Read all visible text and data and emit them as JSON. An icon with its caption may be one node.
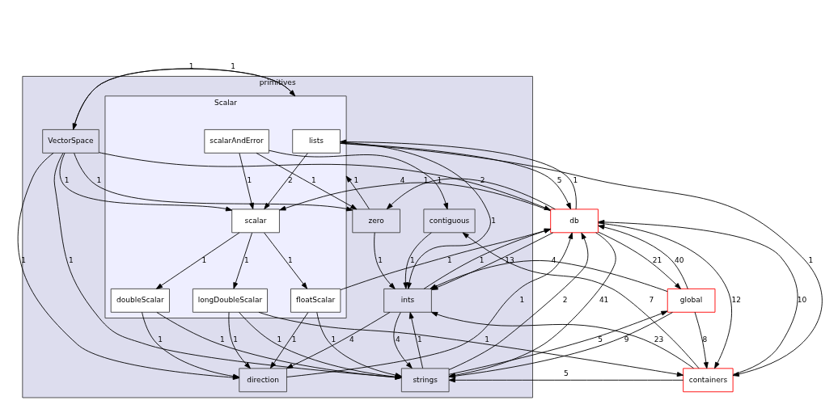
{
  "diagram": {
    "nodes": [
      {
        "text": [
          "primitives"
        ]
      },
      {
        "text": [
          "VectorSpace"
        ],
        "in": 0
      },
      {
        "text": [
          "Scalar"
        ],
        "in": 0
      },
      {
        "text": [
          "lists"
        ],
        "in": 2
      },
      {
        "text": [
          "scalarAndError"
        ],
        "in": 2
      },
      {
        "text": [
          "zero"
        ],
        "in": 0
      },
      {
        "text": [
          "scalar"
        ],
        "in": 2
      },
      {
        "text": [
          "contiguous"
        ],
        "in": 0
      },
      {
        "text": [
          "ints"
        ],
        "in": 0
      },
      {
        "text": [
          "longDoubleScalar"
        ],
        "in": 2
      },
      {
        "text": [
          "doubleScalar"
        ],
        "in": 2
      },
      {
        "text": [
          "floatScalar"
        ],
        "in": 2
      },
      {
        "text": [
          "strings"
        ],
        "in": 0
      },
      {
        "text": [
          "direction"
        ],
        "in": 0
      },
      {
        "text": [
          "containers"
        ]
      },
      {
        "text": [
          "db"
        ]
      },
      {
        "text": [
          "global"
        ]
      }
    ],
    "edges": [
      {
        "from": 1,
        "to": 15,
        "arrow": "to",
        "label": "2"
      },
      {
        "from": 1,
        "to": 2,
        "arrow": "to",
        "label": "1"
      },
      {
        "from": 1,
        "to": 5,
        "arrow": "to",
        "label": "1"
      },
      {
        "from": 1,
        "to": 6,
        "arrow": "to",
        "label": "1"
      },
      {
        "from": 1,
        "to": 12,
        "arrow": "to",
        "label": "1"
      },
      {
        "from": 1,
        "to": 13,
        "arrow": "to",
        "label": "1"
      },
      {
        "from": 2,
        "to": 1,
        "arrow": "to",
        "label": "1"
      },
      {
        "from": 2,
        "to": 8,
        "arrow": "to",
        "label": "1"
      },
      {
        "from": 5,
        "to": 2,
        "arrow": "to",
        "label": "1"
      },
      {
        "from": 5,
        "to": 8,
        "arrow": "to",
        "label": "1"
      },
      {
        "from": 4,
        "to": 5,
        "arrow": "to",
        "label": "1"
      },
      {
        "from": 4,
        "to": 6,
        "arrow": "to",
        "label": "1"
      },
      {
        "from": 4,
        "to": 7,
        "arrow": "to",
        "label": "1"
      },
      {
        "from": 3,
        "to": 6,
        "arrow": "to",
        "label": "2"
      },
      {
        "from": 3,
        "to": 14,
        "arrow": "to",
        "label": "1"
      },
      {
        "from": 3,
        "to": 15,
        "arrow": "to",
        "label": "5"
      },
      {
        "from": 15,
        "to": 3,
        "arrow": "to",
        "label": "1"
      },
      {
        "from": 15,
        "to": 5,
        "arrow": "to",
        "label": "1"
      },
      {
        "from": 6,
        "to": 9,
        "arrow": "to",
        "label": "1"
      },
      {
        "from": 6,
        "to": 10,
        "arrow": "to",
        "label": "1"
      },
      {
        "from": 6,
        "to": 11,
        "arrow": "to",
        "label": "1"
      },
      {
        "from": 14,
        "to": 7,
        "arrow": "to",
        "label": "7"
      },
      {
        "from": 14,
        "to": 8,
        "arrow": "to",
        "label": "23"
      },
      {
        "from": 14,
        "to": 12,
        "arrow": "to",
        "label": "5"
      },
      {
        "from": 14,
        "to": 15,
        "arrow": "to",
        "label": "10"
      },
      {
        "from": 15,
        "to": 14,
        "arrow": "to",
        "label": "12"
      },
      {
        "from": 15,
        "to": 8,
        "arrow": "to",
        "label": "13"
      },
      {
        "from": 15,
        "to": 12,
        "arrow": "to",
        "label": "41"
      },
      {
        "from": 15,
        "to": 16,
        "arrow": "to",
        "label": "21"
      },
      {
        "from": 15,
        "to": 6,
        "arrow": "to",
        "label": "4"
      },
      {
        "from": 7,
        "to": 8,
        "arrow": "to",
        "label": "1"
      },
      {
        "from": 8,
        "to": 12,
        "arrow": "to",
        "label": "4"
      },
      {
        "from": 12,
        "to": 8,
        "arrow": "to",
        "label": "1"
      },
      {
        "from": 8,
        "to": 13,
        "arrow": "to",
        "label": "4"
      },
      {
        "from": 8,
        "to": 15,
        "arrow": "to",
        "label": "1"
      },
      {
        "from": 16,
        "to": 8,
        "arrow": "to",
        "label": "4"
      },
      {
        "from": 12,
        "to": 16,
        "arrow": "to",
        "label": "5"
      },
      {
        "from": 16,
        "to": 12,
        "arrow": "to",
        "label": "9"
      },
      {
        "from": 16,
        "to": 14,
        "arrow": "to",
        "label": "8"
      },
      {
        "from": 16,
        "to": 15,
        "arrow": "to",
        "label": "40"
      },
      {
        "from": 9,
        "to": 12,
        "arrow": "to",
        "label": "1"
      },
      {
        "from": 9,
        "to": 13,
        "arrow": "to",
        "label": "1"
      },
      {
        "from": 9,
        "to": 14,
        "arrow": "to",
        "label": "1"
      },
      {
        "from": 10,
        "to": 12,
        "arrow": "to",
        "label": "1"
      },
      {
        "from": 10,
        "to": 13,
        "arrow": "to",
        "label": "1"
      },
      {
        "from": 11,
        "to": 12,
        "arrow": "to",
        "label": "1"
      },
      {
        "from": 11,
        "to": 13,
        "arrow": "to",
        "label": "1"
      },
      {
        "from": 11,
        "to": 15,
        "arrow": "to",
        "label": "1"
      },
      {
        "from": 12,
        "to": 15,
        "arrow": "to",
        "label": "2"
      },
      {
        "from": 13,
        "to": 15,
        "arrow": "to",
        "label": "1"
      }
    ]
  }
}
